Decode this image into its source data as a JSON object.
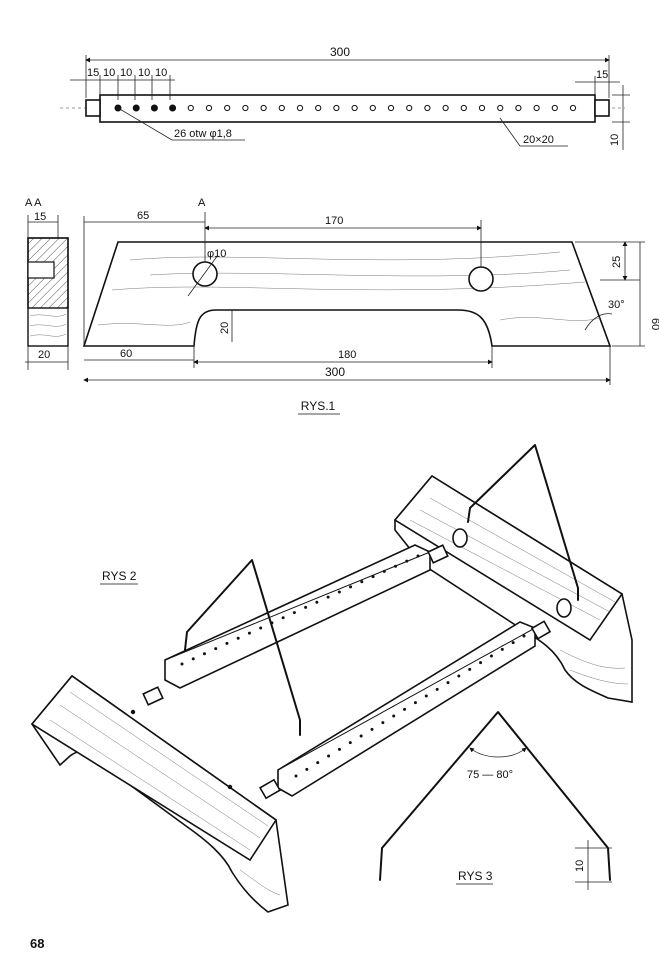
{
  "page_number": "68",
  "rys1": {
    "caption": "RYS.1",
    "rod": {
      "length": "300",
      "end": "15",
      "end_right": "15",
      "spacing": [
        "10",
        "10",
        "10",
        "10"
      ],
      "holes_note": "26 otw φ1,8",
      "section": "20×20",
      "height": "10"
    },
    "section": {
      "label": "A A",
      "top": "15",
      "bottom": "20"
    },
    "base": {
      "left_top": "65",
      "marker": "A",
      "hole_spacing": "170",
      "hole_dia": "φ10",
      "cut_depth": "20",
      "right_height": "25",
      "angle": "30°",
      "total_height": "60",
      "left_bottom": "60",
      "cutout": "180",
      "total": "300"
    }
  },
  "rys2": {
    "caption": "RYS 2"
  },
  "rys3": {
    "caption": "RYS 3",
    "angle": "75 — 80°",
    "height": "10"
  }
}
